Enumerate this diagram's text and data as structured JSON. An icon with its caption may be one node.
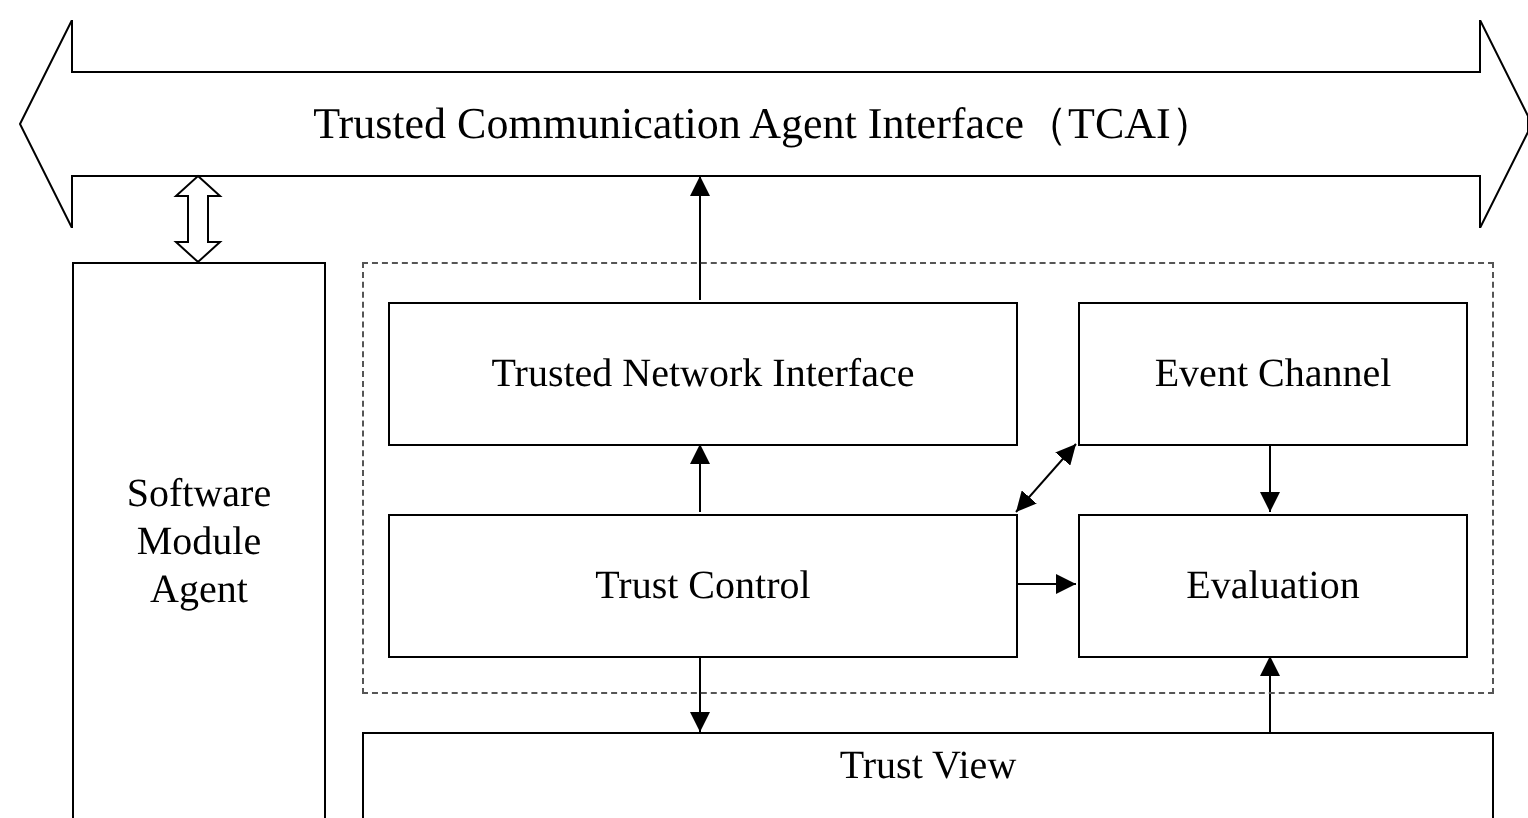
{
  "diagram": {
    "nodes": [
      {
        "text": [
          "Trusted Communication Agent Interface（TCAI）"
        ]
      },
      {
        "text": [
          "Software Module Agent"
        ]
      },
      {
        "text": [],
        "shape": "box"
      },
      {
        "text": [
          "Trusted Network Interface"
        ],
        "in": 2
      },
      {
        "text": [
          "Event Channel"
        ],
        "in": 2
      },
      {
        "text": [
          "Trust Control"
        ],
        "in": 2
      },
      {
        "text": [
          "Evaluation"
        ],
        "in": 2
      },
      {
        "text": [
          "Trust View"
        ]
      }
    ],
    "edges": [
      {
        "from": 3,
        "to": 0,
        "arrow": "to"
      },
      {
        "from": 5,
        "to": 3,
        "arrow": "to"
      },
      {
        "from": 4,
        "to": 5,
        "arrow": "both"
      },
      {
        "from": 4,
        "to": 6,
        "arrow": "to"
      },
      {
        "from": 5,
        "to": 6,
        "arrow": "to"
      },
      {
        "from": 5,
        "to": 7,
        "arrow": "to"
      },
      {
        "from": 7,
        "to": 6,
        "arrow": "to"
      },
      {
        "from": 1,
        "to": 0,
        "arrow": "both",
        "style": "thick"
      }
    ]
  }
}
